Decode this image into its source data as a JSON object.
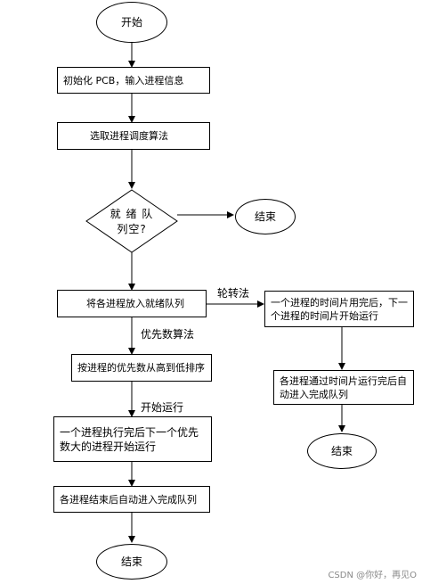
{
  "nodes": {
    "start": "开始",
    "init": "初始化 PCB，输入进程信息",
    "select": "选取进程调度算法",
    "decision_line1": "就 绪 队",
    "decision_line2": "列空?",
    "end_top": "结束",
    "enqueue": "将各进程放入就绪队列",
    "sort": "按进程的优先数从高到低排序",
    "priority_exec": "一个进程执行完后下一个优先数大的进程开始运行",
    "priority_done": "各进程结束后自动进入完成队列",
    "end_bottom": "结束",
    "rr_exec": "一个进程的时间片用完后，下一个进程的时间片开始运行",
    "rr_done": "各进程通过时间片运行完后自动进入完成队列",
    "end_right": "结束"
  },
  "labels": {
    "round_robin": "轮转法",
    "priority": "优先数算法",
    "start_run": "开始运行"
  },
  "watermark": "CSDN @你好，再见O"
}
